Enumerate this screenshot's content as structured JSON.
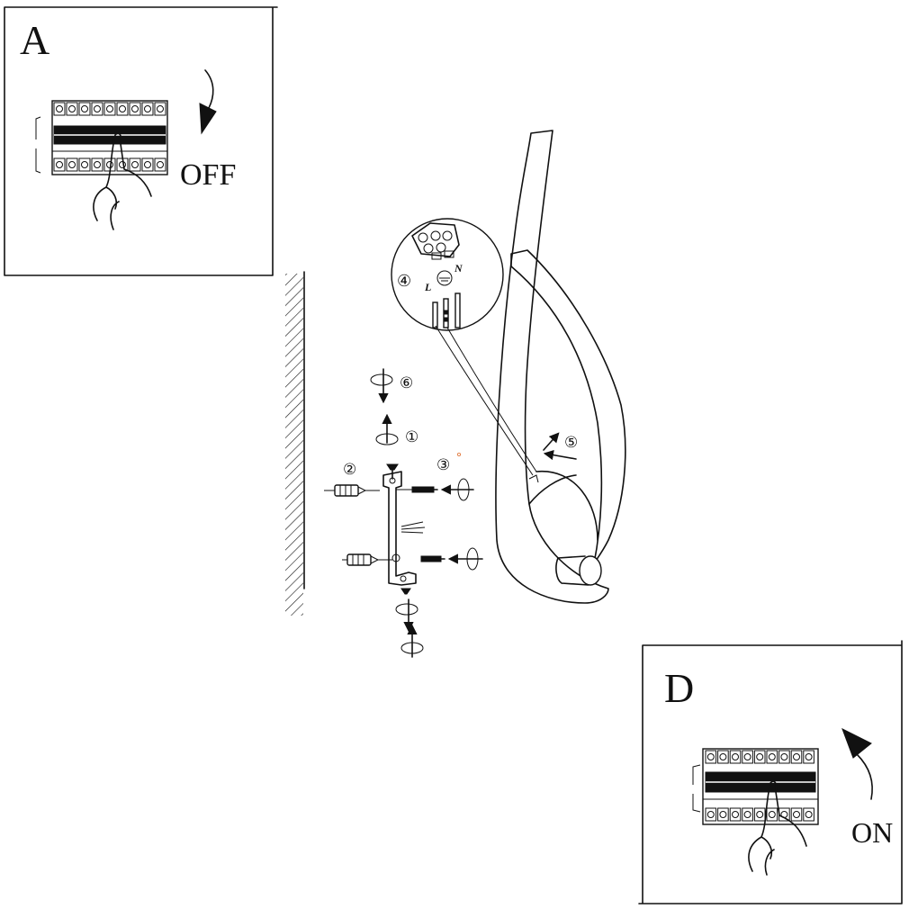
{
  "panel_a": {
    "letter": "A",
    "label": "OFF"
  },
  "panel_d": {
    "letter": "D",
    "label": "ON"
  },
  "terminal": {
    "step": "④",
    "l": "L",
    "n": "N"
  },
  "steps": {
    "s1": "①",
    "s2": "②",
    "s3": "③",
    "s5": "⑤",
    "s6": "⑥"
  }
}
